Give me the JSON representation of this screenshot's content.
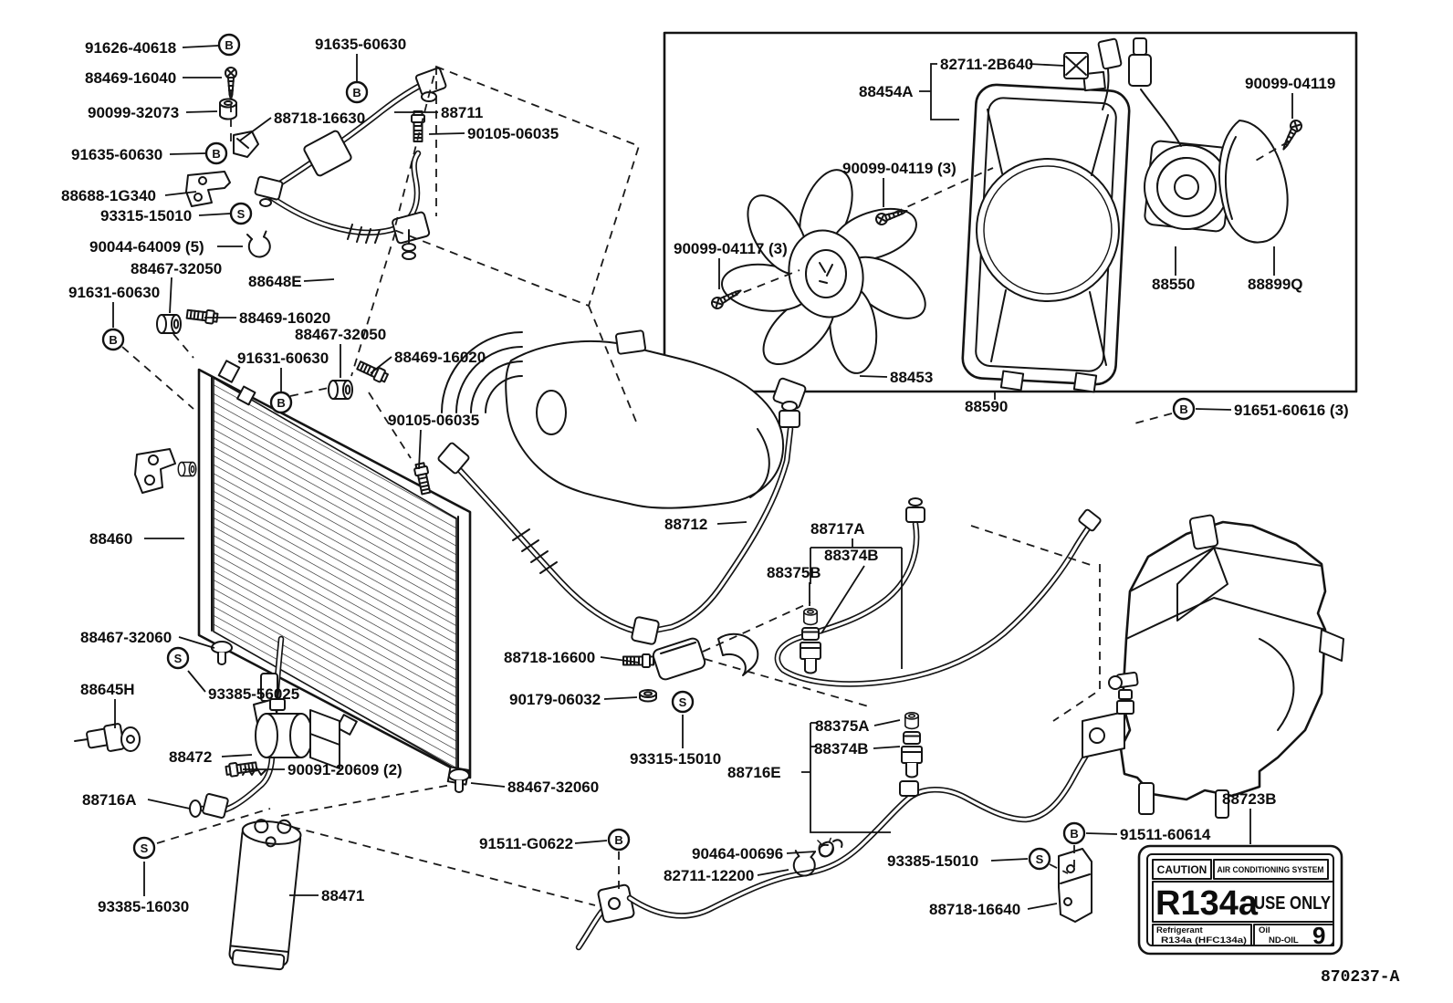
{
  "diagram_number": "870237-A",
  "sym": {
    "bolt": "B",
    "screw": "S"
  },
  "parts": {
    "p91626_40618": "91626-40618",
    "p88469_16040": "88469-16040",
    "p90099_32073": "90099-32073",
    "p91635_60630": "91635-60630",
    "p88688_1G340": "88688-1G340",
    "p93315_15010": "93315-15010",
    "p90044_64009_5": "90044-64009 (5)",
    "p88467_32050": "88467-32050",
    "p91631_60630": "91631-60630",
    "p88648E": "88648E",
    "p88469_16020": "88469-16020",
    "p88718_16630": "88718-16630",
    "p88711": "88711",
    "p90105_06035": "90105-06035",
    "p82711_2B640": "82711-2B640",
    "p88454A": "88454A",
    "p90099_04119_3": "90099-04119 (3)",
    "p90099_04117_3": "90099-04117 (3)",
    "p90099_04119": "90099-04119",
    "p88453": "88453",
    "p88590": "88590",
    "p88550": "88550",
    "p88899Q": "88899Q",
    "p91651_60616_3": "91651-60616 (3)",
    "p88460": "88460",
    "p88712": "88712",
    "p88717A": "88717A",
    "p88374B": "88374B",
    "p88375B": "88375B",
    "p88375A": "88375A",
    "p88716E": "88716E",
    "p88718_16600": "88718-16600",
    "p90179_06032": "90179-06032",
    "p88467_32060": "88467-32060",
    "p93385_56025": "93385-56025",
    "p88645H": "88645H",
    "p88472": "88472",
    "p90091_20609_2": "90091-20609 (2)",
    "p88716A": "88716A",
    "p93385_16030": "93385-16030",
    "p88471": "88471",
    "p91511_G0622": "91511-G0622",
    "p90464_00696": "90464-00696",
    "p82711_12200": "82711-12200",
    "p93385_15010": "93385-15010",
    "p88718_16640": "88718-16640",
    "p91511_60614": "91511-60614",
    "p88723B": "88723B"
  },
  "caution_label": {
    "caution": "CAUTION",
    "system": "AIR CONDITIONING SYSTEM",
    "refrigerant_code": "R134a",
    "use_only": "USE ONLY",
    "refrigerant_title": "Refrigerant",
    "refrigerant_value": "R134a (HFC134a)",
    "oil_title": "Oil",
    "oil_value": "ND-OIL",
    "oil_grade": "9"
  }
}
